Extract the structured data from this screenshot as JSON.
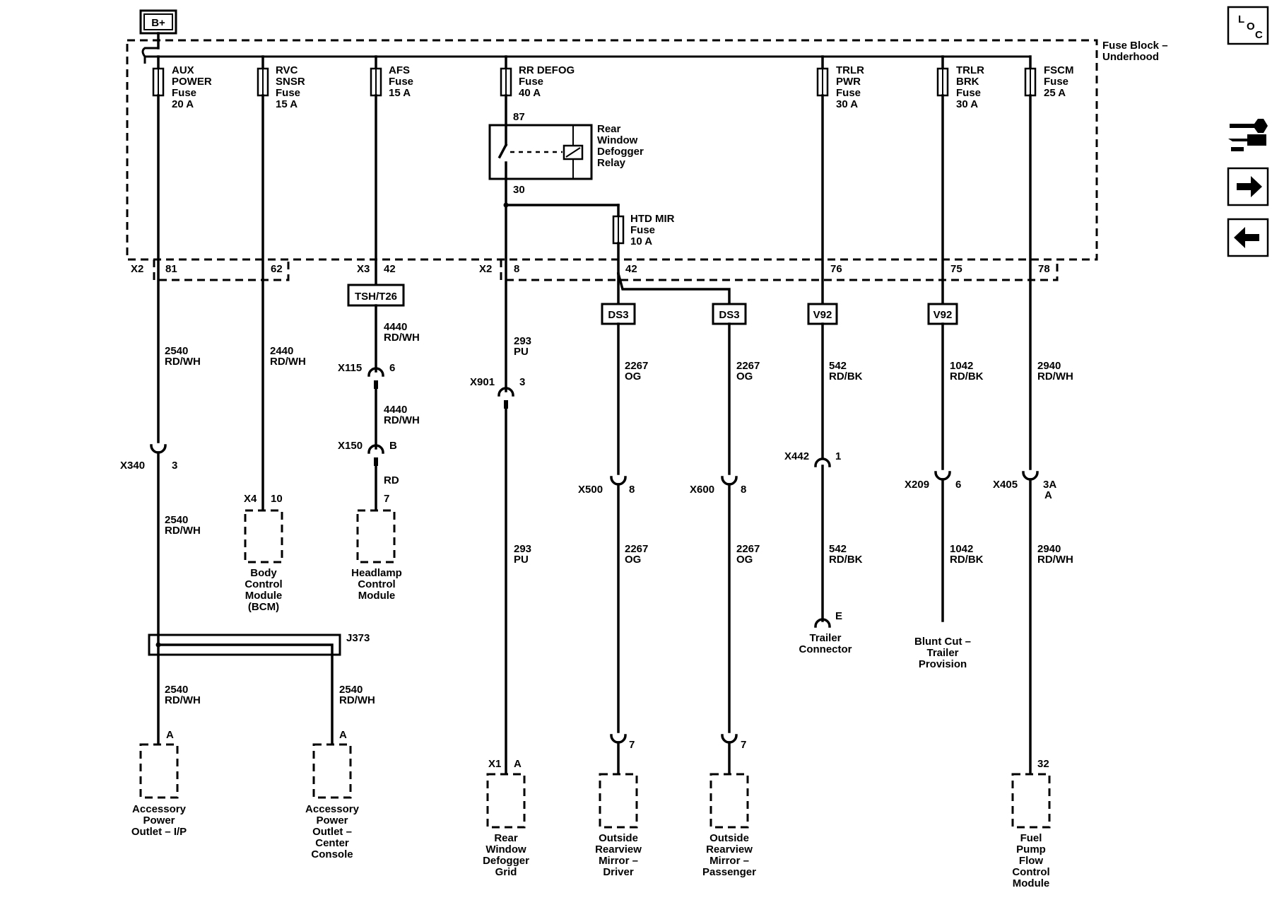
{
  "power_label": "B+",
  "fuse_block_label": [
    "Fuse Block –",
    "Underhood"
  ],
  "fuses": [
    [
      "AUX",
      "POWER",
      "Fuse",
      "20 A"
    ],
    [
      "RVC",
      "SNSR",
      "Fuse",
      "15 A"
    ],
    [
      "AFS",
      "Fuse",
      "15 A"
    ],
    [
      "RR DEFOG",
      "Fuse",
      "40 A"
    ],
    [
      "TRLR",
      "PWR",
      "Fuse",
      "30 A"
    ],
    [
      "TRLR",
      "BRK",
      "Fuse",
      "30 A"
    ],
    [
      "FSCM",
      "Fuse",
      "25 A"
    ]
  ],
  "htd_mir_fuse": [
    "HTD MIR",
    "Fuse",
    "10 A"
  ],
  "relay": {
    "label": [
      "Rear",
      "Window",
      "Defogger",
      "Relay"
    ],
    "pin_in": "87",
    "pin_out": "30"
  },
  "block_connectors": {
    "x2_left": "X2",
    "x3": "X3",
    "x2_right": "X2",
    "pins": [
      "81",
      "62",
      "42",
      "8",
      "42",
      "76",
      "75",
      "78"
    ]
  },
  "splice_packs": [
    "TSH/T26",
    "DS3",
    "DS3",
    "V92",
    "V92"
  ],
  "wire_labels": {
    "aux_1": [
      "2540",
      "RD/WH"
    ],
    "aux_2": [
      "2540",
      "RD/WH"
    ],
    "aux_3": [
      "2540",
      "RD/WH"
    ],
    "aux_4": [
      "2540",
      "RD/WH"
    ],
    "rvc": [
      "2440",
      "RD/WH"
    ],
    "afs_1": [
      "4440",
      "RD/WH"
    ],
    "afs_2": [
      "4440",
      "RD/WH"
    ],
    "afs_3": [
      "RD"
    ],
    "defog_1": [
      "293",
      "PU"
    ],
    "defog_2": [
      "293",
      "PU"
    ],
    "mir_d_1": [
      "2267",
      "OG"
    ],
    "mir_d_2": [
      "2267",
      "OG"
    ],
    "mir_p_1": [
      "2267",
      "OG"
    ],
    "mir_p_2": [
      "2267",
      "OG"
    ],
    "trlr_pwr_1": [
      "542",
      "RD/BK"
    ],
    "trlr_pwr_2": [
      "542",
      "RD/BK"
    ],
    "trlr_brk_1": [
      "1042",
      "RD/BK"
    ],
    "trlr_brk_2": [
      "1042",
      "RD/BK"
    ],
    "fscm_1": [
      "2940",
      "RD/WH"
    ],
    "fscm_2": [
      "2940",
      "RD/WH"
    ]
  },
  "inline_connectors": [
    {
      "name": "X340",
      "pin": "3"
    },
    {
      "name": "X115",
      "pin": "6"
    },
    {
      "name": "X150",
      "pin": "B"
    },
    {
      "name": "X901",
      "pin": "3"
    },
    {
      "name": "X500",
      "pin": "8"
    },
    {
      "name": "X600",
      "pin": "8"
    },
    {
      "name": "X442",
      "pin": "1"
    },
    {
      "name": "X209",
      "pin": "6"
    },
    {
      "name": "X405",
      "pin": "3A",
      "pin2": "A"
    }
  ],
  "splice": {
    "name": "J373"
  },
  "components": [
    {
      "pin_conn": "X4",
      "pin": "10",
      "label": [
        "Body",
        "Control",
        "Module",
        "(BCM)"
      ]
    },
    {
      "pin_conn": "",
      "pin": "7",
      "label": [
        "Headlamp",
        "Control",
        "Module"
      ]
    },
    {
      "pin_conn": "",
      "pin": "A",
      "label": [
        "Accessory",
        "Power",
        "Outlet – I/P"
      ]
    },
    {
      "pin_conn": "",
      "pin": "A",
      "label": [
        "Accessory",
        "Power",
        "Outlet –",
        "Center",
        "Console"
      ]
    },
    {
      "pin_conn": "X1",
      "pin": "A",
      "label": [
        "Rear",
        "Window",
        "Defogger",
        "Grid"
      ]
    },
    {
      "pin_conn": "",
      "pin": "7",
      "label": [
        "Outside",
        "Rearview",
        "Mirror –",
        "Driver"
      ]
    },
    {
      "pin_conn": "",
      "pin": "7",
      "label": [
        "Outside",
        "Rearview",
        "Mirror –",
        "Passenger"
      ]
    },
    {
      "pin_conn": "",
      "pin": "32",
      "label": [
        "Fuel",
        "Pump",
        "Flow",
        "Control",
        "Module"
      ]
    }
  ],
  "trailer_connector": {
    "pin": "E",
    "label": [
      "Trailer",
      "Connector"
    ]
  },
  "blunt_cut": {
    "label": [
      "Blunt Cut –",
      "Trailer",
      "Provision"
    ]
  },
  "nav": {
    "loc_letters": [
      "L",
      "O",
      "C"
    ],
    "icons": [
      "loc-icon",
      "connector-swap-icon",
      "forward-arrow-icon",
      "back-arrow-icon"
    ]
  }
}
